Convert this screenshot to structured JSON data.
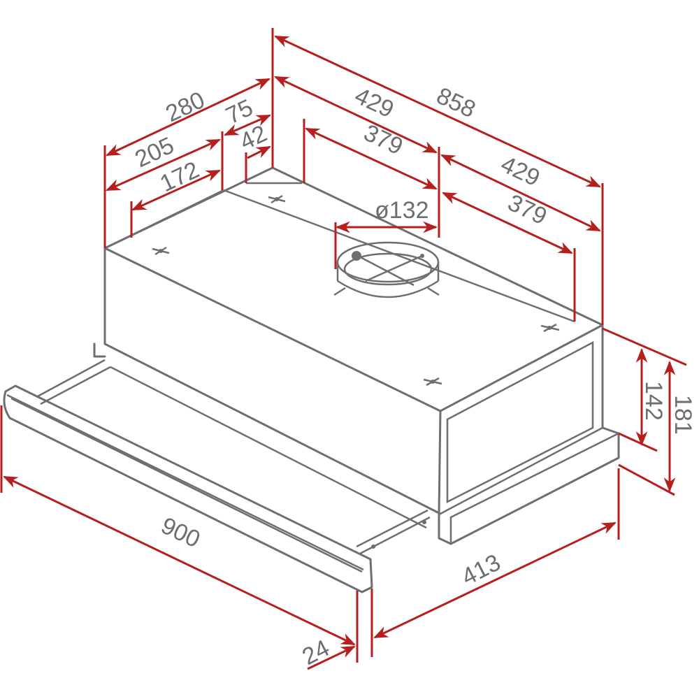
{
  "drawing": {
    "subject": "Telescopic range hood dimension drawing",
    "units": "mm",
    "colors": {
      "outline": "#6d6e71",
      "dimension": "#b5201f",
      "text": "#6d6e71",
      "background": "#ffffff"
    }
  },
  "dimensions": {
    "depth_total": "280",
    "depth_205": "205",
    "depth_172": "172",
    "depth_75": "75",
    "depth_42": "42",
    "width_total": "858",
    "width_left_half": "429",
    "width_left_379": "379",
    "width_right_half": "429",
    "width_right_379": "379",
    "duct_diameter": "ø132",
    "height_body": "142",
    "height_total": "181",
    "front_width": "900",
    "extension": "413",
    "front_panel_thickness": "24"
  }
}
